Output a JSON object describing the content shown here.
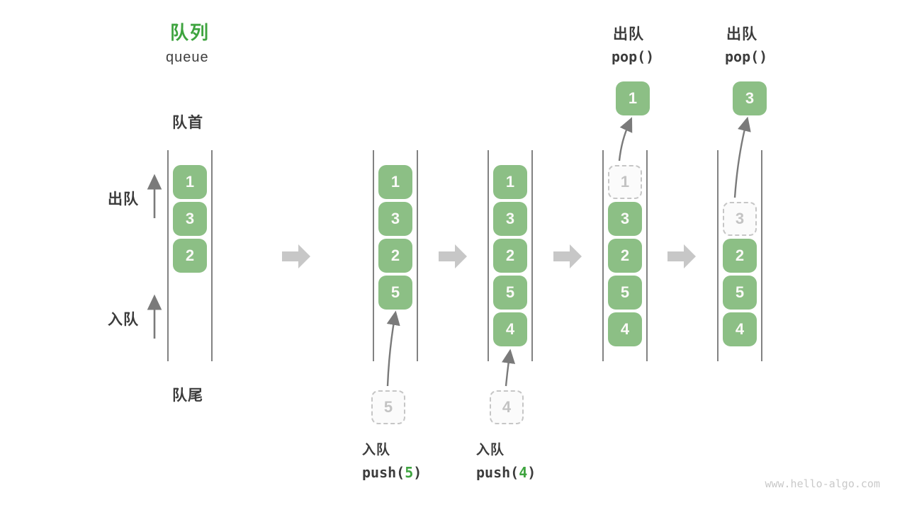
{
  "title": {
    "zh": "队列",
    "en": "queue"
  },
  "side_labels": {
    "front": "队首",
    "rear": "队尾",
    "dequeue": "出队",
    "enqueue": "入队"
  },
  "queues": [
    {
      "boxes": [
        "1",
        "3",
        "2"
      ]
    },
    {
      "boxes": [
        "1",
        "3",
        "2",
        "5"
      ]
    },
    {
      "boxes": [
        "1",
        "3",
        "2",
        "5",
        "4"
      ]
    },
    {
      "ghost": "1",
      "boxes": [
        "3",
        "2",
        "5",
        "4"
      ],
      "popped": "1"
    },
    {
      "ghost": "3",
      "boxes": [
        "2",
        "5",
        "4"
      ],
      "popped": "3"
    }
  ],
  "push_ops": [
    {
      "zh": "入队",
      "code_pre": "push(",
      "arg": "5",
      "code_post": ")",
      "ghost_value": "5"
    },
    {
      "zh": "入队",
      "code_pre": "push(",
      "arg": "4",
      "code_post": ")",
      "ghost_value": "4"
    }
  ],
  "pop_ops": [
    {
      "zh": "出队",
      "code": "pop()",
      "popped_value": "1"
    },
    {
      "zh": "出队",
      "code": "pop()",
      "popped_value": "3"
    }
  ],
  "watermark": "www.hello-algo.com",
  "colors": {
    "box_green": "#8CBF85",
    "accent_green": "#3EA43F",
    "text_dark": "#3C3C3C",
    "block_arrow_gray": "#C7C7C7",
    "thin_arrow_gray": "#7A7A7A",
    "dashed_gray": "#C6C6C6",
    "channel_line": "#4D4D4D"
  }
}
